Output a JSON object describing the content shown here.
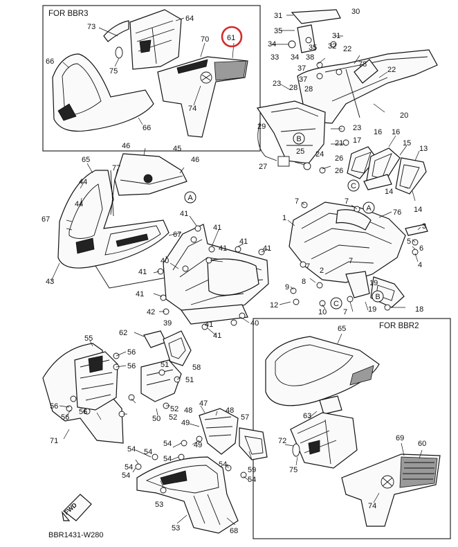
{
  "diagram": {
    "code": "BBR1431-W280",
    "fwd_label": "FWD",
    "highlight_color": "#d42a2a",
    "highlighted_part": "61",
    "insets": [
      {
        "id": "bbr3",
        "label": "FOR BBR3"
      },
      {
        "id": "bbr2",
        "label": "FOR BBR2"
      }
    ],
    "ref_markers": [
      "A",
      "B",
      "C"
    ],
    "callouts": [
      "64",
      "73",
      "75",
      "66",
      "70",
      "61",
      "74",
      "66",
      "31",
      "30",
      "35",
      "31",
      "34",
      "33",
      "34",
      "35",
      "32",
      "22",
      "38",
      "78",
      "37",
      "22",
      "37",
      "23",
      "28",
      "28",
      "20",
      "29",
      "23",
      "21",
      "27",
      "26",
      "24",
      "26",
      "25",
      "17",
      "16",
      "16",
      "15",
      "13",
      "14",
      "14",
      "46",
      "45",
      "77",
      "46",
      "65",
      "44",
      "44",
      "67",
      "67",
      "43",
      "41",
      "41",
      "41",
      "41",
      "41",
      "40",
      "41",
      "41",
      "42",
      "39",
      "41",
      "40",
      "41",
      "7",
      "7",
      "76",
      "1",
      "3",
      "5",
      "6",
      "4",
      "8",
      "9",
      "12",
      "10",
      "7",
      "19",
      "19",
      "18",
      "2",
      "7",
      "7",
      "62",
      "55",
      "56",
      "56",
      "51",
      "58",
      "51",
      "52",
      "50",
      "52",
      "56",
      "56",
      "56",
      "71",
      "57",
      "53",
      "54",
      "47",
      "48",
      "48",
      "49",
      "49",
      "54",
      "54",
      "54",
      "54",
      "54",
      "54",
      "54",
      "53",
      "68",
      "59",
      "65",
      "63",
      "72",
      "75",
      "69",
      "60",
      "74"
    ]
  }
}
